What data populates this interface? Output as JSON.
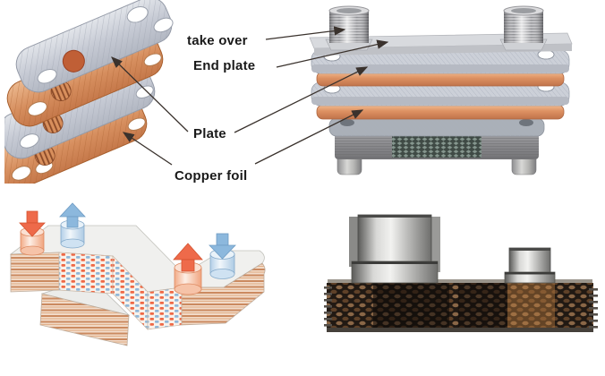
{
  "labels": {
    "take_over": "take over",
    "end_plate": "End plate",
    "plate": "Plate",
    "copper_foil": "Copper foil"
  },
  "colors": {
    "background": "#ffffff",
    "label_text": "#1a1a1a",
    "leader_line": "#3a322d",
    "stainless_plate": "#c9cdd6",
    "copper_foil": "#d89162",
    "hot_flow_arrow": "#ee6a4a",
    "cold_flow_arrow": "#8cb8dd",
    "steel_port": "#c8c8cb",
    "photo_braze_dark": "#241c16",
    "photo_copper": "#a8743f"
  },
  "icons": {
    "hot_inlet_arrow": "arrow-down",
    "cold_outlet_arrow": "arrow-up",
    "hot_outlet_arrow": "arrow-up",
    "cold_inlet_arrow": "arrow-down"
  }
}
